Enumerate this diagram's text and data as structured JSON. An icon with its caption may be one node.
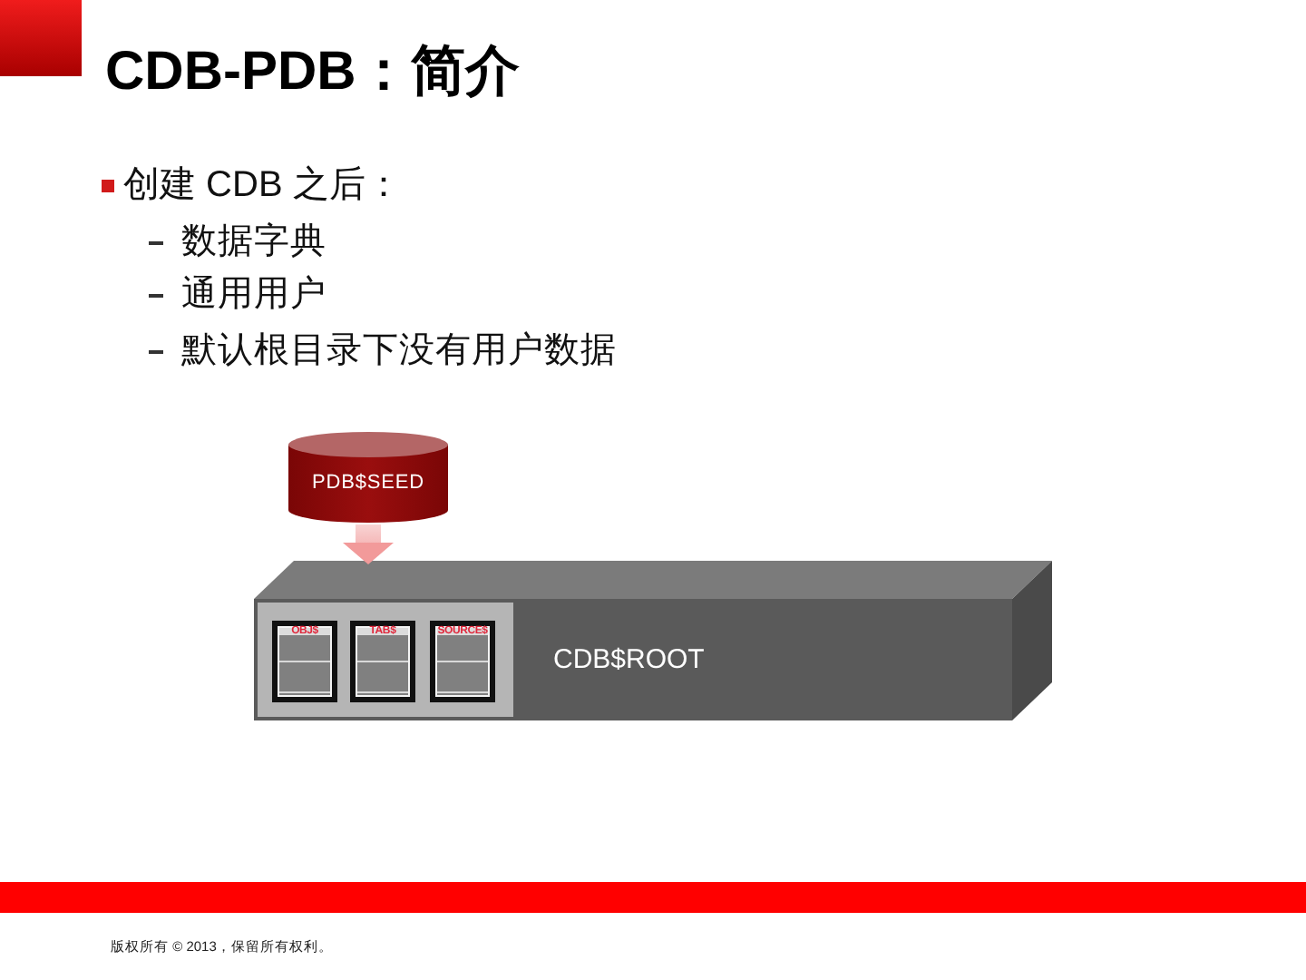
{
  "diagram": {
    "title": "CDB-PDB：简介",
    "nodes": [
      {
        "text": [
          "PDB$SEED"
        ]
      },
      {
        "text": [
          "CDB$ROOT"
        ]
      },
      {
        "text": [
          "OBJ$"
        ],
        "in": 1
      },
      {
        "text": [
          "TAB$"
        ],
        "in": 1
      },
      {
        "text": [
          "SOURCE$"
        ],
        "in": 1
      }
    ],
    "edges": [
      {
        "from": 0,
        "to": 1,
        "arrow": "to"
      }
    ],
    "labels": [
      "创建 CDB 之后：",
      "数据字典",
      "通用用户",
      "默认根目录下没有用户数据",
      "版权所有 © 2013，保留所有权利。"
    ]
  }
}
